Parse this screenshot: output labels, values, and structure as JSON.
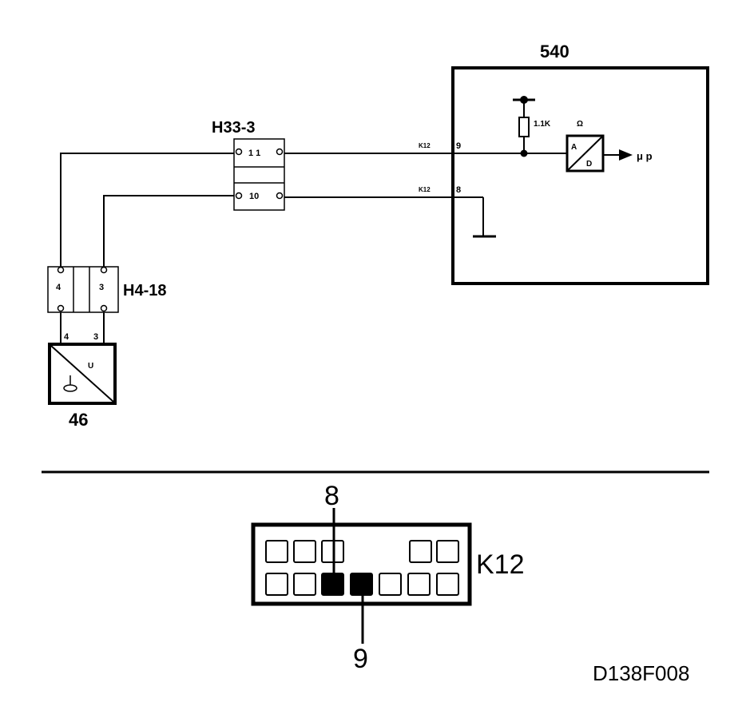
{
  "components": {
    "ecu": {
      "label": "540",
      "pin_a": "9",
      "pin_b": "8",
      "resistor": "1.1K",
      "ohm_symbol": "Ω",
      "ad_top": "A",
      "ad_bottom": "D",
      "output": "μ p"
    },
    "h33": {
      "label": "H33-3",
      "pin_top": "1 1",
      "pin_bottom": "10"
    },
    "h4": {
      "label": "H4-18",
      "pin_left": "4",
      "pin_right": "3"
    },
    "sensor": {
      "label": "46",
      "wire_left": "4",
      "wire_right": "3",
      "symbol": "U"
    },
    "wires": {
      "k12_top": "K12",
      "k12_bottom": "K12"
    }
  },
  "connector": {
    "label": "K12",
    "pin_top_callout": "8",
    "pin_bottom_callout": "9",
    "top_row_filled": [
      false,
      false,
      false,
      false,
      false
    ],
    "bottom_row_filled": [
      false,
      false,
      true,
      true,
      false,
      false,
      false
    ]
  },
  "figure_code": "D138F008"
}
